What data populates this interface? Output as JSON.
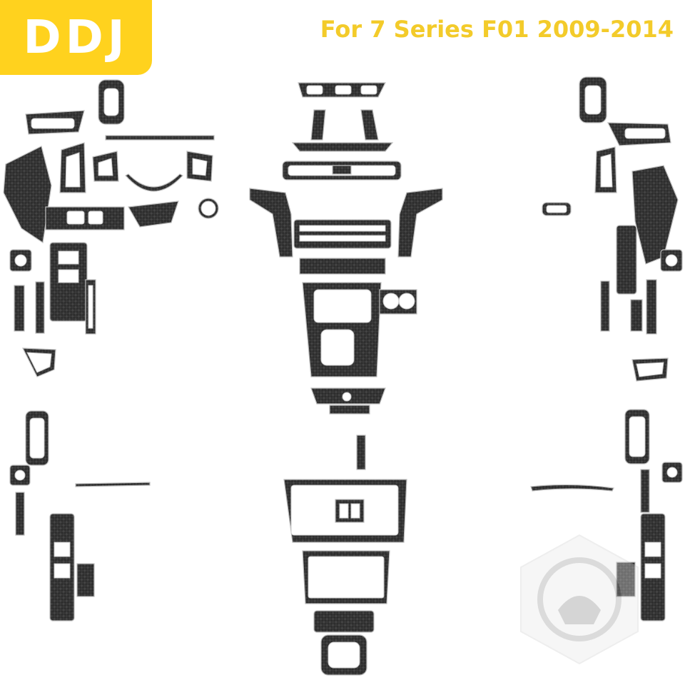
{
  "brand": {
    "label": "DDJ",
    "color": "#ffd21e"
  },
  "headline": {
    "text": "For 7 Series F01 2009-2014",
    "color": "#f3cb2a"
  },
  "product": {
    "material_pattern": "carbon-fiber",
    "watermark": "helmet-logo-icon"
  }
}
